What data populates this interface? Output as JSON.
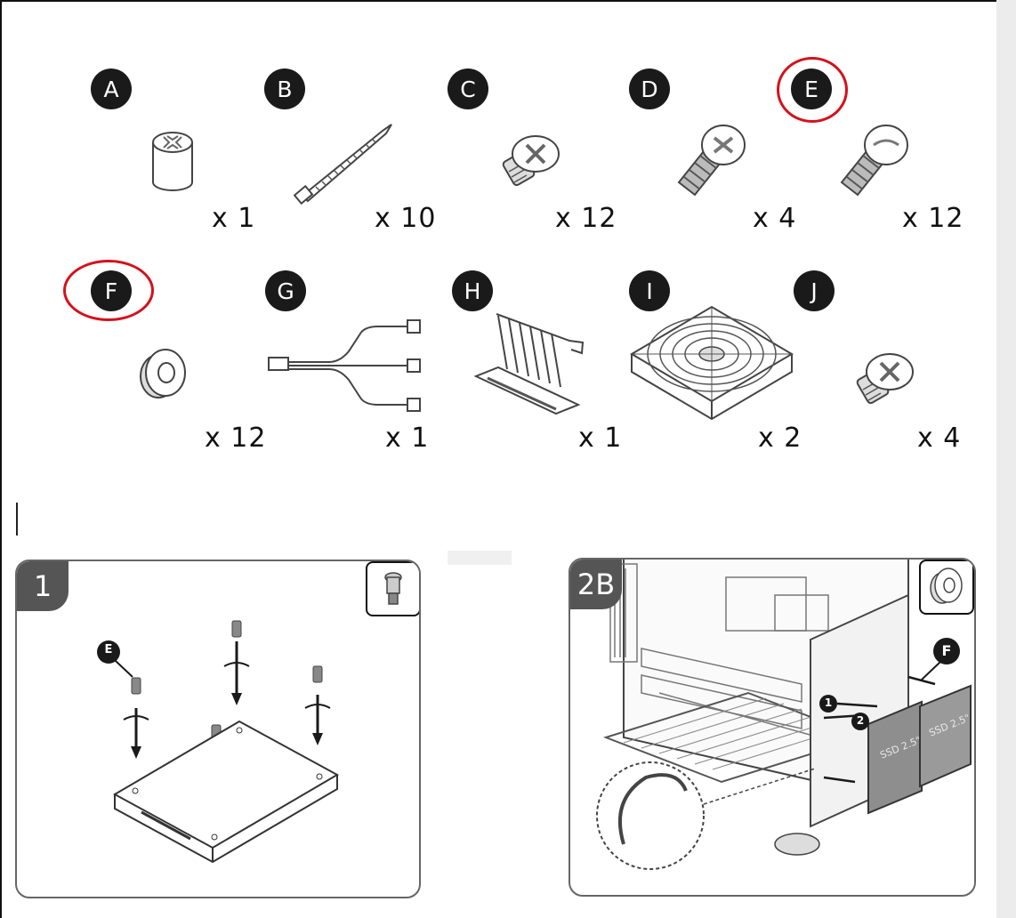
{
  "parts": [
    {
      "letter": "A",
      "qty": "x 1",
      "icon": "spacer-nut"
    },
    {
      "letter": "B",
      "qty": "x 10",
      "icon": "cable-tie"
    },
    {
      "letter": "C",
      "qty": "x 12",
      "icon": "screw"
    },
    {
      "letter": "D",
      "qty": "x 4",
      "icon": "thumb-screw"
    },
    {
      "letter": "E",
      "qty": "x 12",
      "icon": "thumb-screw"
    },
    {
      "letter": "F",
      "qty": "x 12",
      "icon": "grommet"
    },
    {
      "letter": "G",
      "qty": "x 1",
      "icon": "fan-splitter-cable"
    },
    {
      "letter": "H",
      "qty": "x 1",
      "icon": "pcie-riser"
    },
    {
      "letter": "I",
      "qty": "x 2",
      "icon": "case-fan"
    },
    {
      "letter": "J",
      "qty": "x 4",
      "icon": "screw"
    }
  ],
  "highlight_color": "#d3121c",
  "steps": [
    {
      "label": "1",
      "callout": "E",
      "icon": "ssd-install"
    },
    {
      "label": "2B",
      "callout": "F",
      "numbers": [
        "1",
        "2"
      ],
      "ssd_label": "SSD 2.5\"",
      "icon": "case-install"
    }
  ]
}
